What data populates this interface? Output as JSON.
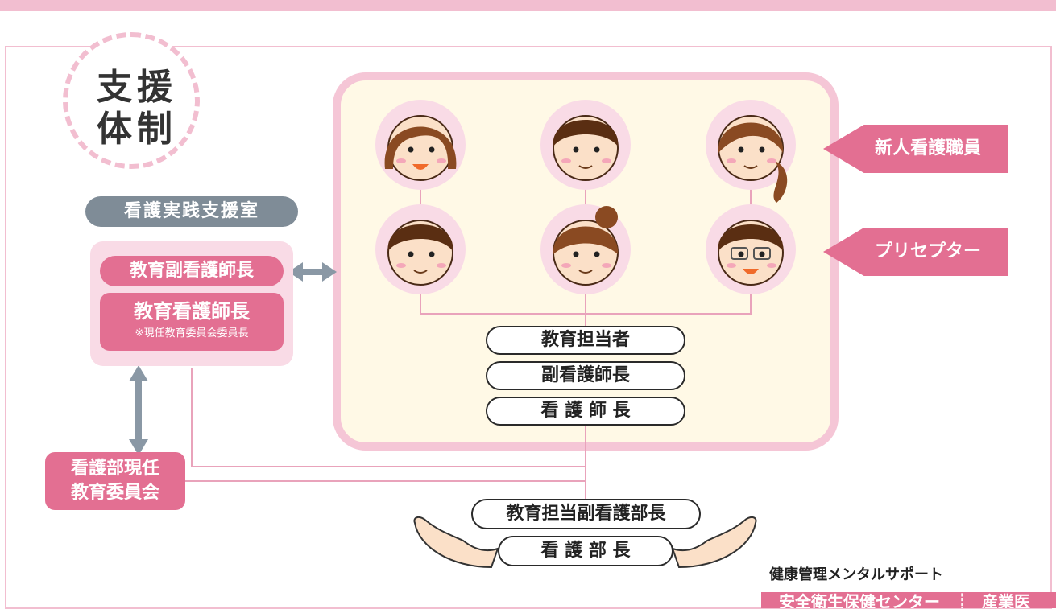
{
  "title": {
    "line1": "支援",
    "line2": "体制"
  },
  "support_room": {
    "label": "看護実践支援室",
    "vice_head": "教育副看護師長",
    "head": "教育看護師長",
    "head_note": "※現任教育委員会委員長"
  },
  "committee": {
    "line1": "看護部現任",
    "line2": "教育委員会"
  },
  "tags": {
    "new_staff": "新人看護職員",
    "preceptor": "プリセプター"
  },
  "roles": {
    "educator": "教育担当者",
    "vice_head_nurse": "副看護師長",
    "head_nurse": "看 護 師 長"
  },
  "bottom_roles": {
    "deputy_director": "教育担当副看護部長",
    "director": "看 護 部 長"
  },
  "footer": {
    "health_support": "健康管理メンタルサポート",
    "center": "安全衛生保健センター",
    "physician": "産業医"
  },
  "colors": {
    "pink": "#e36f92",
    "light_pink": "#f9dbe6",
    "cream": "#fff9e6",
    "gray": "#7f8c97",
    "line": "#e9a3bb"
  }
}
